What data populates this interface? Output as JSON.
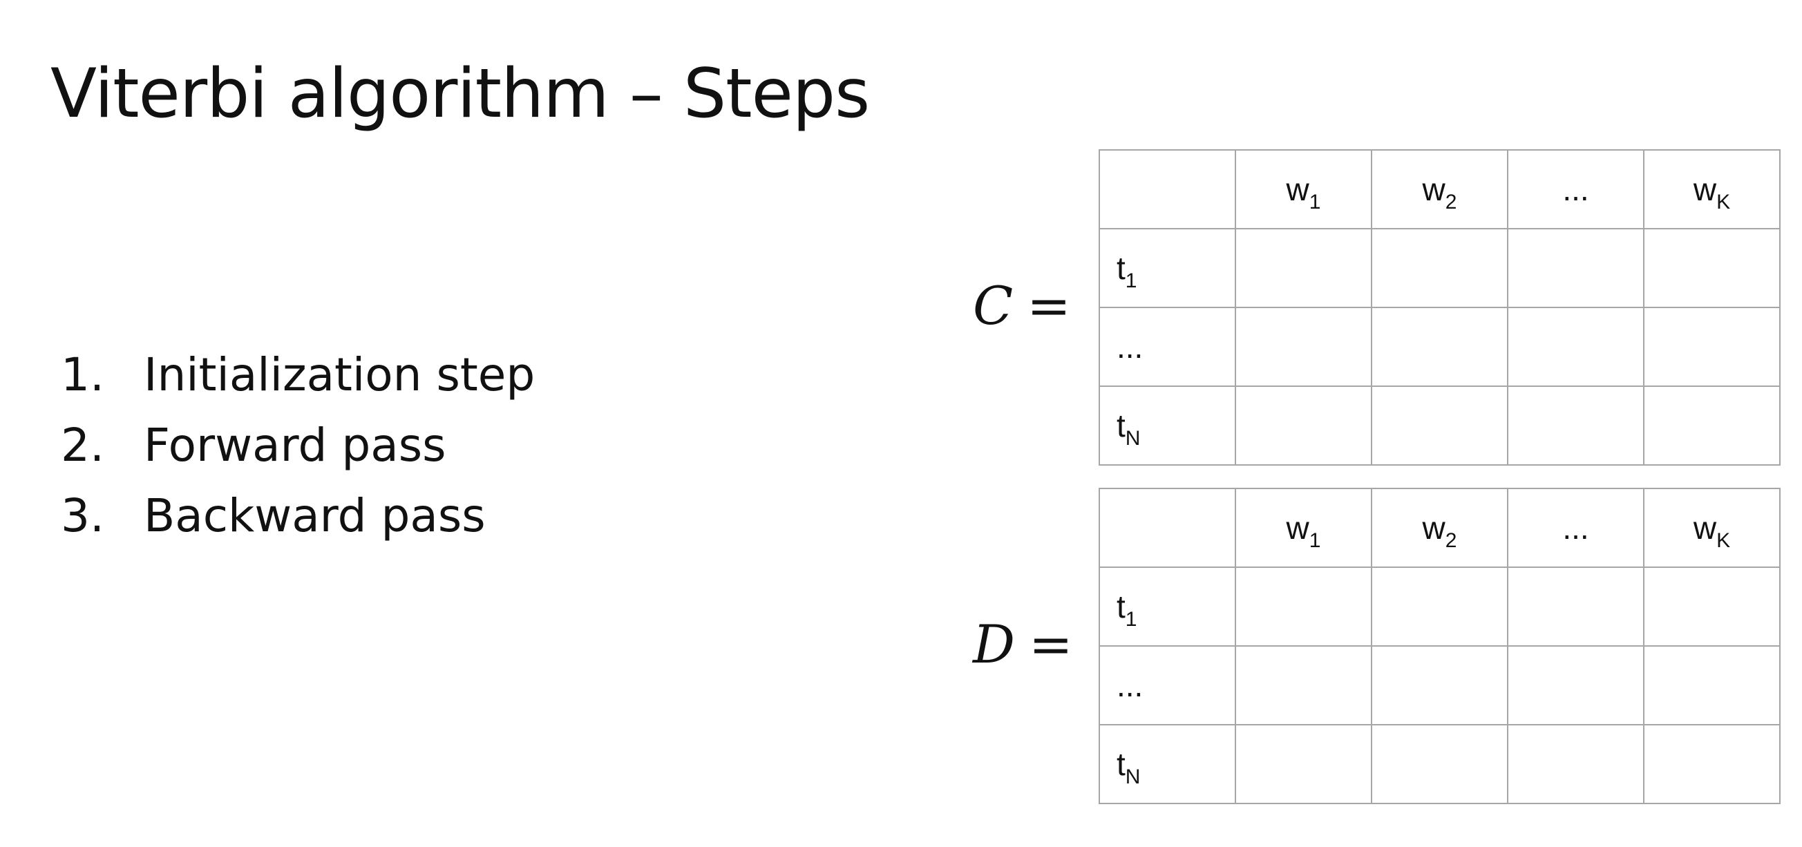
{
  "title": "Viterbi algorithm – Steps",
  "steps": [
    {
      "num": "1.",
      "label": "Initialization step"
    },
    {
      "num": "2.",
      "label": "Forward pass"
    },
    {
      "num": "3.",
      "label": "Backward pass"
    }
  ],
  "matrices": [
    {
      "var": "C",
      "equals": "=",
      "columns": [
        {
          "base": "w",
          "sub": "1"
        },
        {
          "base": "w",
          "sub": "2"
        },
        {
          "base": "...",
          "sub": ""
        },
        {
          "base": "w",
          "sub": "K"
        }
      ],
      "rows": [
        {
          "base": "t",
          "sub": "1"
        },
        {
          "base": "...",
          "sub": ""
        },
        {
          "base": "t",
          "sub": "N"
        }
      ]
    },
    {
      "var": "D",
      "equals": "=",
      "columns": [
        {
          "base": "w",
          "sub": "1"
        },
        {
          "base": "w",
          "sub": "2"
        },
        {
          "base": "...",
          "sub": ""
        },
        {
          "base": "w",
          "sub": "K"
        }
      ],
      "rows": [
        {
          "base": "t",
          "sub": "1"
        },
        {
          "base": "...",
          "sub": ""
        },
        {
          "base": "t",
          "sub": "N"
        }
      ]
    }
  ]
}
